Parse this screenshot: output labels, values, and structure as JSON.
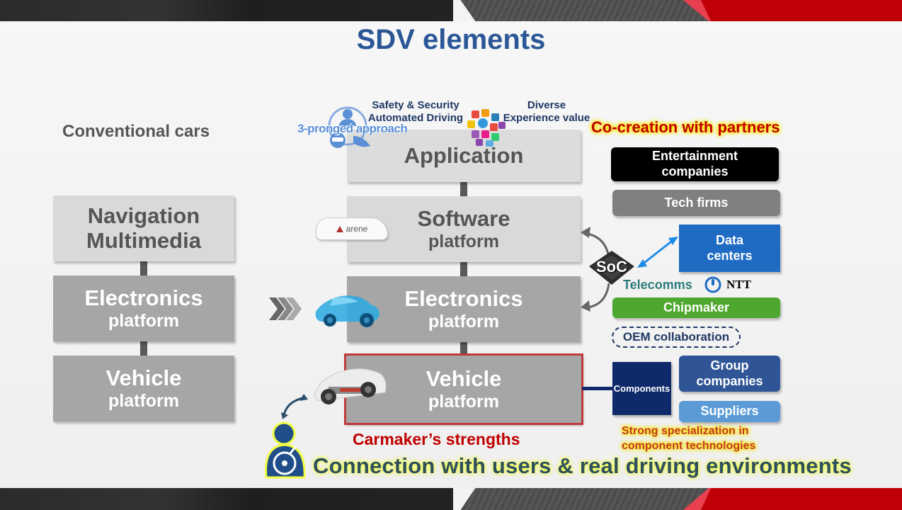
{
  "slide": {
    "title": "SDV elements",
    "conventional_heading": "Conventional cars",
    "conventional_stack": [
      {
        "line1": "Navigation",
        "line2": "Multimedia"
      },
      {
        "line1": "Electronics",
        "line2": "platform"
      },
      {
        "line1": "Vehicle",
        "line2": "platform"
      }
    ],
    "sdv_stack": [
      {
        "line1": "Application",
        "line2": ""
      },
      {
        "line1": "Software",
        "line2": "platform"
      },
      {
        "line1": "Electronics",
        "line2": "platform"
      },
      {
        "line1": "Vehicle",
        "line2": "platform"
      }
    ],
    "application_labels": {
      "left_line1": "Safety & Security",
      "left_line2": "Automated Driving",
      "right_line1": "Diverse",
      "right_line2": "Experience value",
      "badge": "3-pronged approach"
    },
    "arene_label": "arene",
    "carmaker_strengths": "Carmaker’s strengths",
    "bottom_banner": "Connection with users & real driving environments",
    "partners": {
      "heading": "Co-creation with partners",
      "entertainment": "Entertainment companies",
      "entertainment_line1": "Entertainment",
      "entertainment_line2": "companies",
      "tech": "Tech firms",
      "data_centers_line1": "Data",
      "data_centers_line2": "centers",
      "soc": "SoC",
      "telecomms": "Telecomms",
      "ntt": "NTT",
      "chipmaker": "Chipmaker",
      "oem": "OEM collaboration",
      "components": "Components",
      "group_line1": "Group",
      "group_line2": "companies",
      "suppliers": "Suppliers",
      "specialization_line1": "Strong specialization in",
      "specialization_line2": "component technologies"
    },
    "colors": {
      "title": "#2b5797",
      "entertainment": "#000000",
      "tech": "#808080",
      "data_centers": "#1f6bc4",
      "chipmaker": "#4ea72e",
      "components": "#0f2a6b",
      "group": "#2f5597",
      "suppliers": "#5b9bd5",
      "accent_red": "#c00000"
    }
  }
}
